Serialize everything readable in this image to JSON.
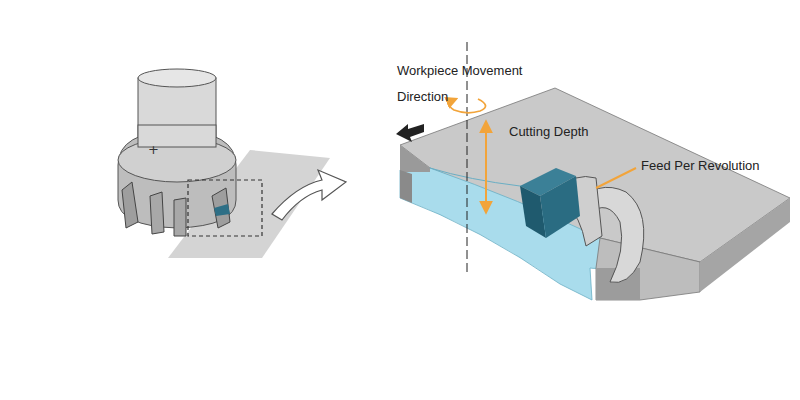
{
  "diagram": {
    "labels": [
      "Workpiece Movement Direction",
      "Cutting Depth",
      "Feed Per Revolution"
    ]
  }
}
